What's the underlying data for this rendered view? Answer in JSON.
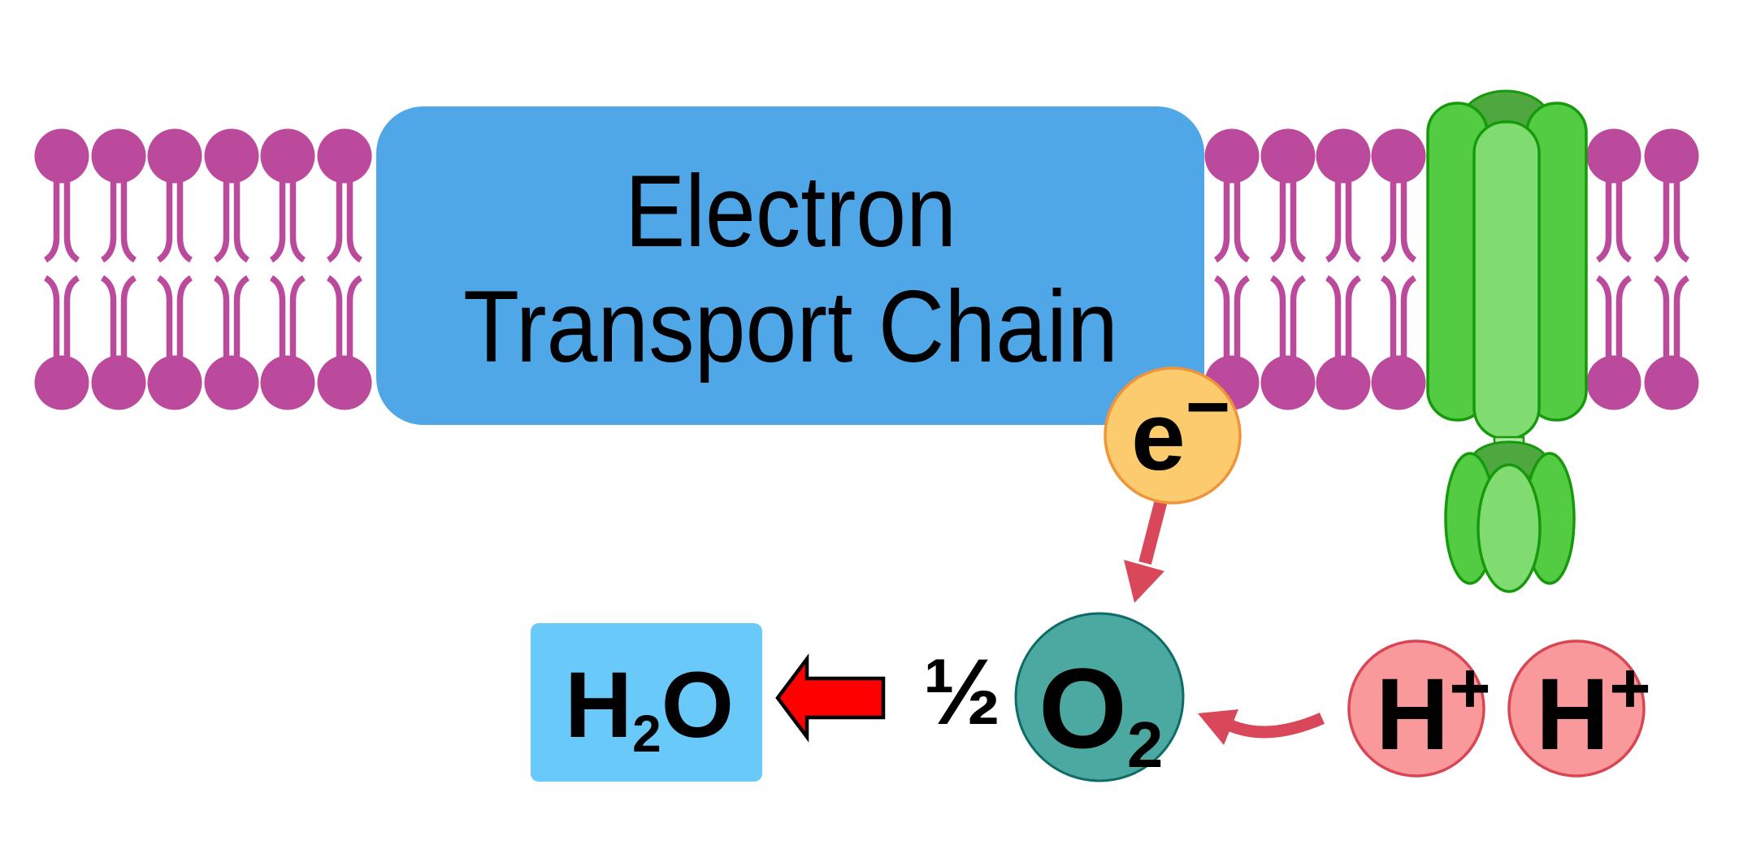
{
  "diagram_title": "Electron Transport Chain",
  "etc_box": {
    "line1": "Electron",
    "line2": "Transport Chain"
  },
  "labels": {
    "electron": {
      "symbol": "e",
      "superscript": "−"
    },
    "oxygen_coefficient": "½",
    "oxygen": {
      "symbol": "O",
      "subscript": "2"
    },
    "water": {
      "h": "H",
      "subscript": "2",
      "o": "O"
    },
    "proton_left": {
      "symbol": "H",
      "superscript": "+"
    },
    "proton_right": {
      "symbol": "H",
      "superscript": "+"
    }
  },
  "colors": {
    "membrane": "#BC4A9C",
    "etc-blue": "#4FA7E7",
    "water-blue": "#69C9F8",
    "green-mid": "#53CC43",
    "green-light": "#80DC70",
    "green-back": "#4FA83F",
    "green-pale": "#B2E8A6",
    "green-stroke": "#169A0C",
    "electron-fill": "#FBCB6E",
    "electron-stroke": "#F0943A",
    "oxygen-fill": "#4CA9A2",
    "oxygen-stroke": "#0E6C67",
    "proton-fill": "#F9999B",
    "proton-stroke": "#D84654",
    "arrow-crimson": "#D9485A",
    "arrow-red": "#FF0000",
    "ink": "#000000"
  }
}
